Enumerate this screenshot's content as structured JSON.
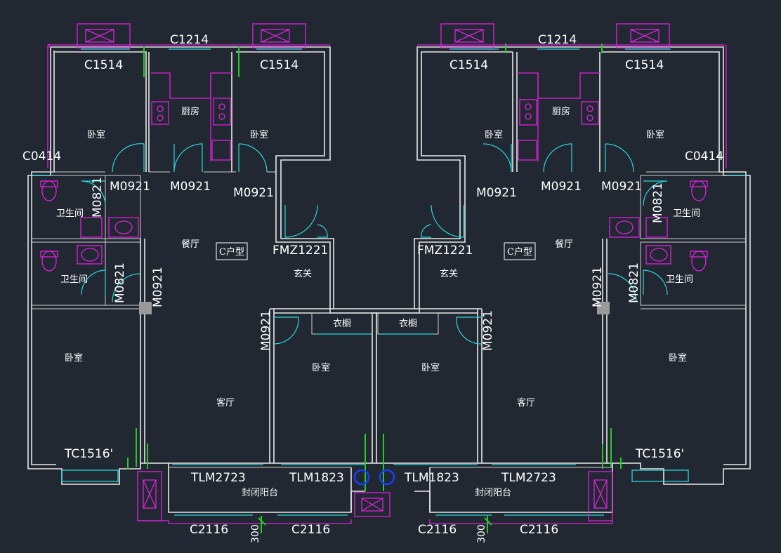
{
  "plan": {
    "colors": {
      "background": "#212831",
      "wall": "#e8e8e8",
      "window": "#28d8e0",
      "fixture": "#e020e0",
      "marker": "#22cc22",
      "axis": "#1a3cff"
    },
    "window_labels": {
      "c1214": "C1214",
      "c1514": "C1514",
      "c0414": "C0414",
      "tc1516": "TC1516'",
      "c2116": "C2116",
      "tlm2723": "TLM2723",
      "tlm1823": "TLM1823"
    },
    "door_labels": {
      "m0921": "M0921",
      "m0821": "M0821",
      "fmz1221": "FMZ1221"
    },
    "rooms": {
      "bedroom": "卧室",
      "kitchen": "厨房",
      "bathroom": "卫生间",
      "dining": "餐厅",
      "living": "客厅",
      "foyer": "玄关",
      "wardrobe": "衣橱",
      "balcony": "封闭阳台"
    },
    "unit_type_tag": "C户型",
    "dimension_300": "300"
  }
}
